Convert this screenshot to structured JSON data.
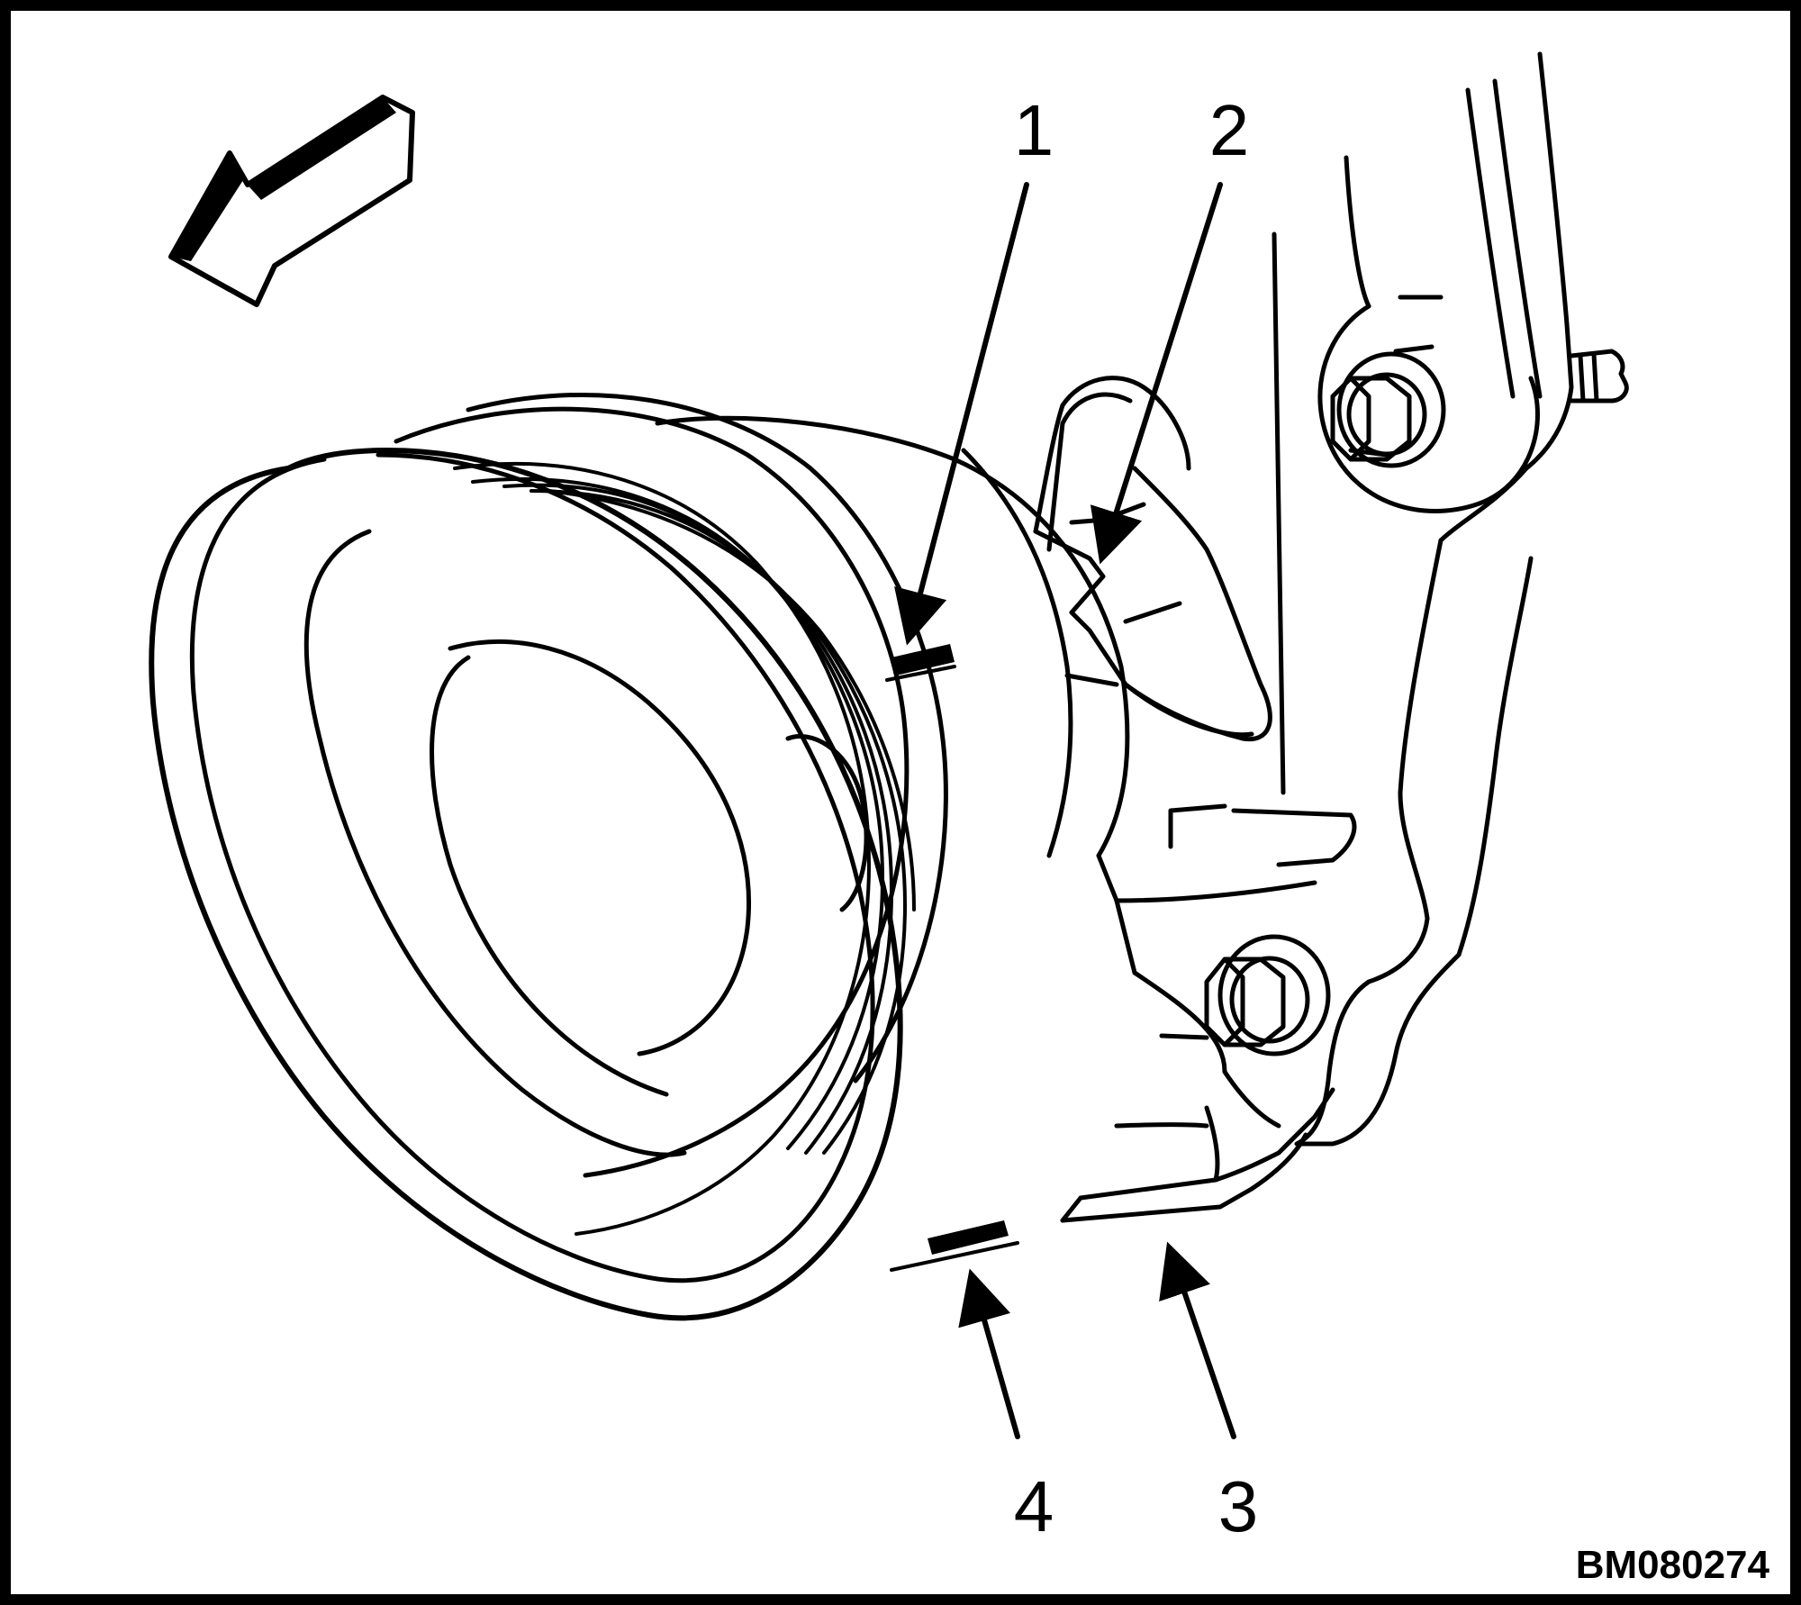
{
  "diagram": {
    "callouts": [
      "1",
      "2",
      "3",
      "4"
    ],
    "figure_code": "BM080274",
    "colors": {
      "ink": "#000000",
      "paper": "#ffffff"
    },
    "icons": [
      "direction-arrow-icon"
    ]
  }
}
